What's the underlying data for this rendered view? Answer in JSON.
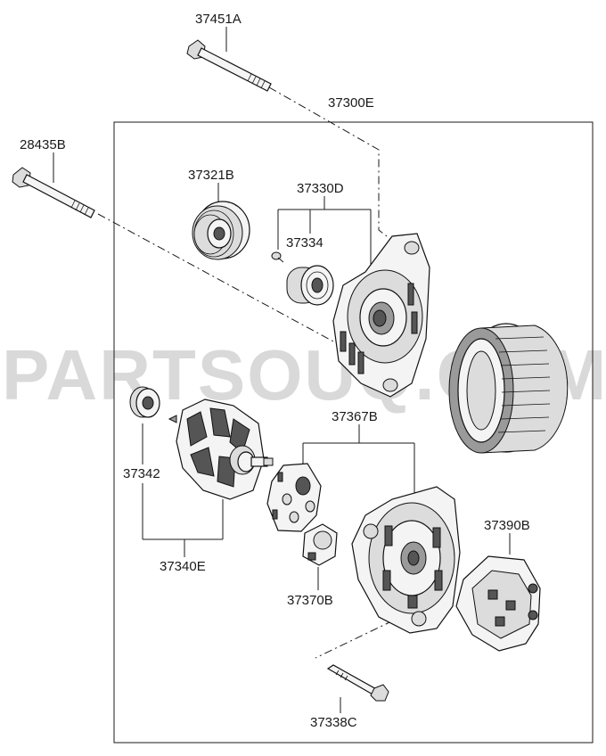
{
  "watermark": "PARTSOUQ.COM",
  "labels": {
    "bolt_top": "37451A",
    "assembly": "37300E",
    "bolt_left": "28435B",
    "pulley": "37321B",
    "front_bracket_set": "37330D",
    "small_bolt": "37334",
    "bearing_rotor": "37342",
    "rotor": "37340E",
    "rear_bracket_set": "37367B",
    "regulator_holder": "37370B",
    "rear_cover": "37390B",
    "bolt_bottom": "37338C"
  }
}
